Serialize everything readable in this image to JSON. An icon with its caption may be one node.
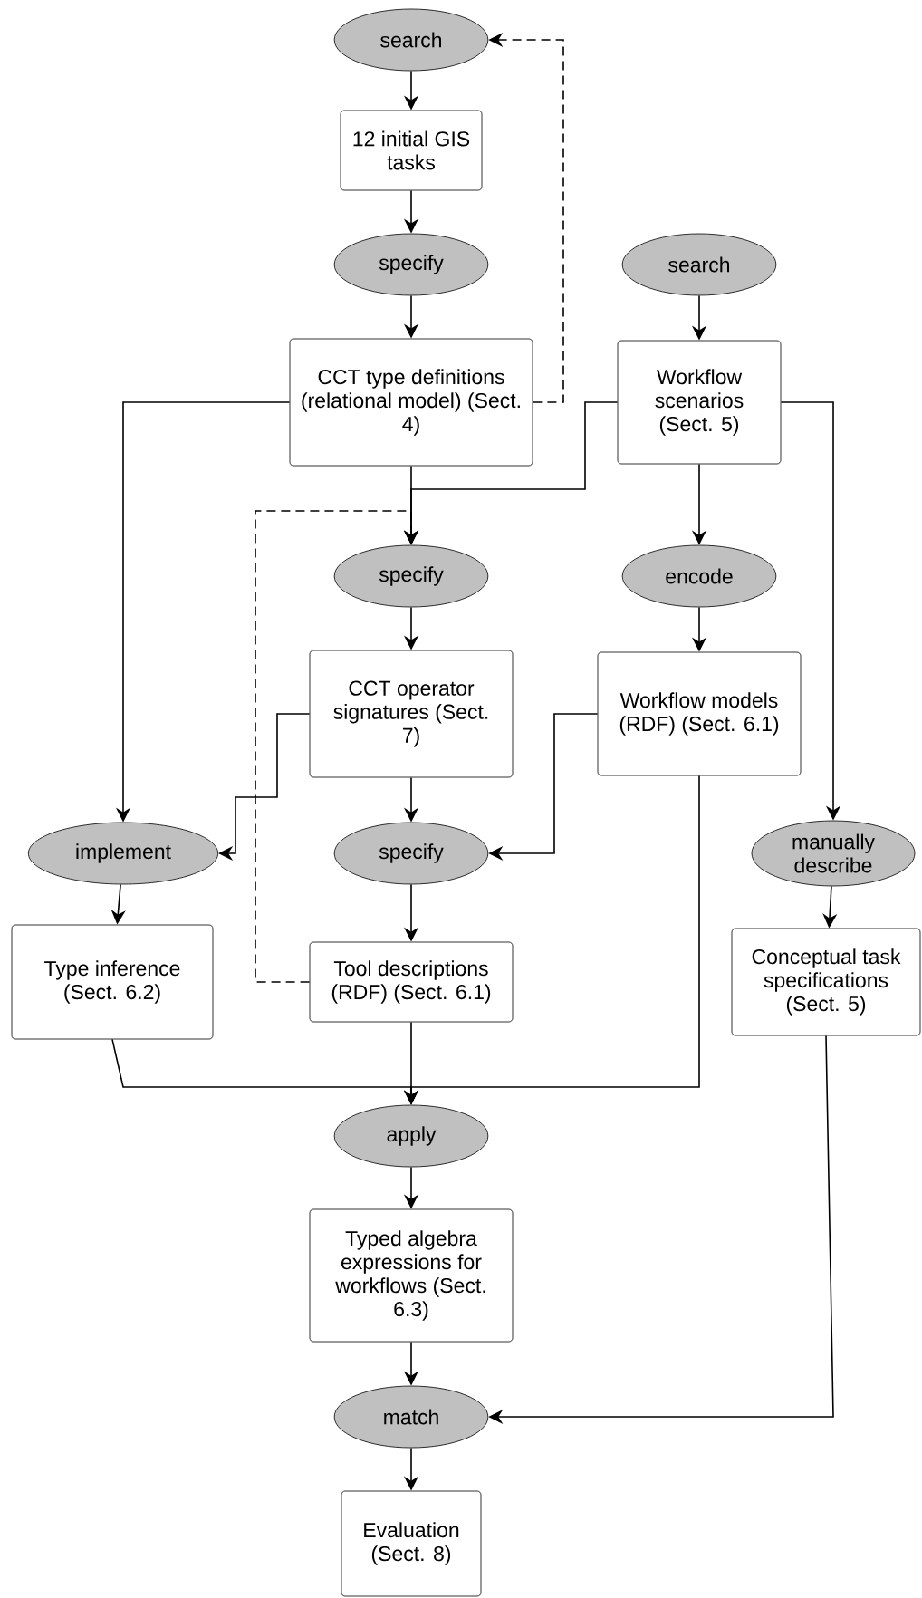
{
  "diagram": {
    "nodes": [
      {
        "text": [
          "search"
        ]
      },
      {
        "text": [
          "12 initial GIS tasks"
        ]
      },
      {
        "text": [
          "specify"
        ]
      },
      {
        "text": [
          "CCT type definitions (relational model) (Sect. 4)"
        ]
      },
      {
        "text": [
          "search"
        ]
      },
      {
        "text": [
          "Workflow scenarios (Sect. 5)"
        ]
      },
      {
        "text": [
          "specify"
        ]
      },
      {
        "text": [
          "encode"
        ]
      },
      {
        "text": [
          "CCT operator signatures (Sect. 7)"
        ]
      },
      {
        "text": [
          "Workflow models (RDF) (Sect. 6.1)"
        ]
      },
      {
        "text": [
          "implement"
        ]
      },
      {
        "text": [
          "specify"
        ]
      },
      {
        "text": [
          "manually describe"
        ]
      },
      {
        "text": [
          "Type inference (Sect. 6.2)"
        ]
      },
      {
        "text": [
          "Tool descriptions (RDF) (Sect. 6.1)"
        ]
      },
      {
        "text": [
          "Conceptual task specifications (Sect. 5)"
        ]
      },
      {
        "text": [
          "apply"
        ]
      },
      {
        "text": [
          "Typed algebra expressions for workflows (Sect. 6.3)"
        ]
      },
      {
        "text": [
          "match"
        ]
      },
      {
        "text": [
          "Evaluation (Sect. 8)"
        ]
      }
    ],
    "edges": [
      {
        "from": 0,
        "to": 1,
        "arrow": "to"
      },
      {
        "from": 1,
        "to": 2,
        "arrow": "to"
      },
      {
        "from": 2,
        "to": 3,
        "arrow": "to"
      },
      {
        "from": 3,
        "to": 0,
        "arrow": "to",
        "style": "dashed"
      },
      {
        "from": 4,
        "to": 5,
        "arrow": "to"
      },
      {
        "from": 3,
        "to": 6,
        "arrow": "to"
      },
      {
        "from": 5,
        "to": 6,
        "arrow": "to"
      },
      {
        "from": 14,
        "to": 6,
        "arrow": "to",
        "style": "dashed"
      },
      {
        "from": 5,
        "to": 7,
        "arrow": "to"
      },
      {
        "from": 5,
        "to": 12,
        "arrow": "to"
      },
      {
        "from": 3,
        "to": 10,
        "arrow": "to"
      },
      {
        "from": 6,
        "to": 8,
        "arrow": "to"
      },
      {
        "from": 7,
        "to": 9,
        "arrow": "to"
      },
      {
        "from": 8,
        "to": 10,
        "arrow": "to"
      },
      {
        "from": 8,
        "to": 11,
        "arrow": "to"
      },
      {
        "from": 9,
        "to": 11,
        "arrow": "to"
      },
      {
        "from": 10,
        "to": 13,
        "arrow": "to"
      },
      {
        "from": 11,
        "to": 14,
        "arrow": "to"
      },
      {
        "from": 12,
        "to": 15,
        "arrow": "to"
      },
      {
        "from": 13,
        "to": 16,
        "arrow": "to"
      },
      {
        "from": 14,
        "to": 16,
        "arrow": "to"
      },
      {
        "from": 9,
        "to": 16,
        "arrow": "to"
      },
      {
        "from": 16,
        "to": 17,
        "arrow": "to"
      },
      {
        "from": 17,
        "to": 18,
        "arrow": "to"
      },
      {
        "from": 15,
        "to": 18,
        "arrow": "to"
      },
      {
        "from": 18,
        "to": 19,
        "arrow": "to"
      }
    ]
  }
}
